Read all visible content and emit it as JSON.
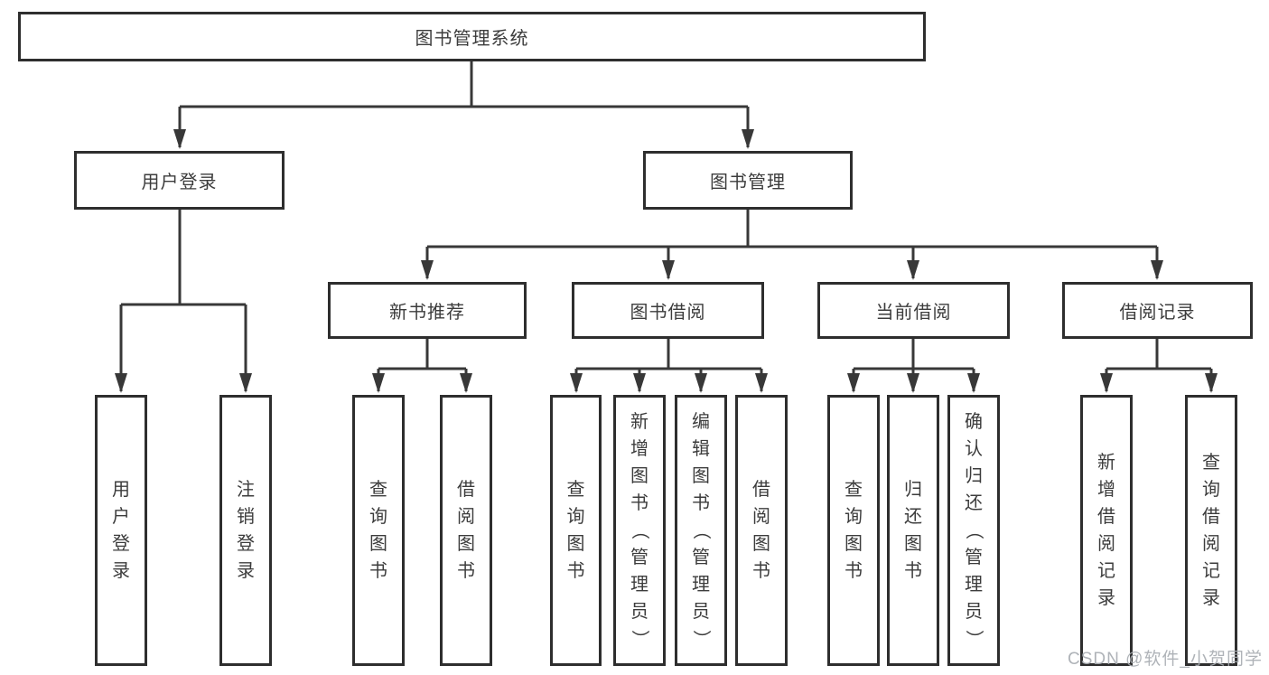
{
  "diagram": {
    "type": "hierarchy",
    "colors": {
      "line": "#383838",
      "box_border": "#2e2e2e",
      "text": "#3c3c3c",
      "background": "#ffffff",
      "watermark": "#a8acb2"
    }
  },
  "tree": {
    "root": {
      "label": "图书管理系统",
      "children": [
        {
          "label": "用户登录",
          "children": [
            {
              "label": "用户登录"
            },
            {
              "label": "注销登录"
            }
          ]
        },
        {
          "label": "图书管理",
          "children": [
            {
              "label": "新书推荐",
              "children": [
                {
                  "label": "查询图书"
                },
                {
                  "label": "借阅图书"
                }
              ]
            },
            {
              "label": "图书借阅",
              "children": [
                {
                  "label": "查询图书"
                },
                {
                  "label": "新增图书（管理员）"
                },
                {
                  "label": "编辑图书（管理员）"
                },
                {
                  "label": "借阅图书"
                }
              ]
            },
            {
              "label": "当前借阅",
              "children": [
                {
                  "label": "查询图书"
                },
                {
                  "label": "归还图书"
                },
                {
                  "label": "确认归还（管理员）"
                }
              ]
            },
            {
              "label": "借阅记录",
              "children": [
                {
                  "label": "新增借阅记录"
                },
                {
                  "label": "查询借阅记录"
                }
              ]
            }
          ]
        }
      ]
    }
  },
  "watermark": {
    "text": "CSDN @软件_小贺同学"
  }
}
